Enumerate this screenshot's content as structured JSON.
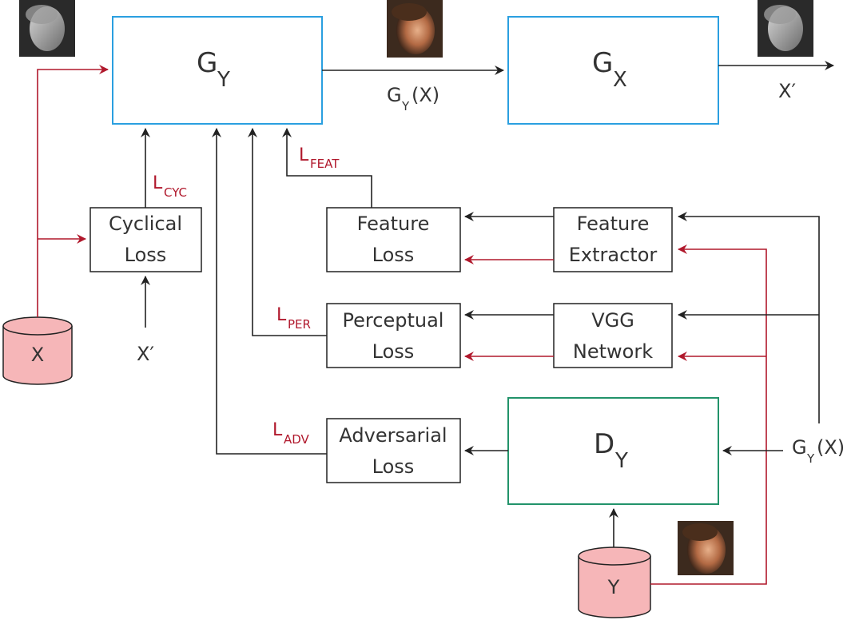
{
  "generator_y": {
    "main": "G",
    "sub": "Y"
  },
  "generator_x": {
    "main": "G",
    "sub": "X"
  },
  "discriminator_y": {
    "main": "D",
    "sub": "Y"
  },
  "gy_output_label": {
    "pre": "G",
    "sub": "Y",
    "post": "(X)"
  },
  "gy_input_label": {
    "pre": "G",
    "sub": "Y",
    "post": "(X)"
  },
  "x_prime_top": "X′",
  "x_prime_bottom": "X′",
  "boxes": {
    "cyclical_loss": [
      "Cyclical",
      "Loss"
    ],
    "feature_loss": [
      "Feature",
      "Loss"
    ],
    "feature_extractor": [
      "Feature",
      "Extractor"
    ],
    "perceptual_loss": [
      "Perceptual",
      "Loss"
    ],
    "vgg_network": [
      "VGG",
      "Network"
    ],
    "adversarial_loss": [
      "Adversarial",
      "Loss"
    ]
  },
  "losses": {
    "cyc": {
      "main": "L",
      "sub": "CYC"
    },
    "feat": {
      "main": "L",
      "sub": "FEAT"
    },
    "per": {
      "main": "L",
      "sub": "PER"
    },
    "adv": {
      "main": "L",
      "sub": "ADV"
    }
  },
  "datasets": {
    "x": "X",
    "y": "Y"
  },
  "thumbnails": {
    "input_x": "grayscale-face-thumbnail",
    "output_gy": "color-face-thumbnail",
    "output_x_prime": "grayscale-face-thumbnail",
    "sample_y": "color-face-thumbnail"
  },
  "colors": {
    "generator_border": "#2a9fe0",
    "discriminator_border": "#22936a",
    "data_flow_red": "#b0182c",
    "arrow_dark": "#222222",
    "cylinder_fill": "#f6b6b8"
  }
}
